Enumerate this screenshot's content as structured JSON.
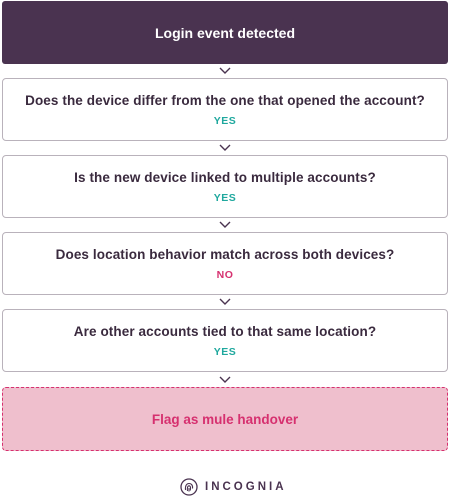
{
  "start": {
    "label": "Login event detected"
  },
  "questions": [
    {
      "text": "Does  the device differ from the one that opened the account?",
      "answer": "YES"
    },
    {
      "text": "Is the new device linked to multiple accounts?",
      "answer": "YES"
    },
    {
      "text": "Does location behavior match across both devices?",
      "answer": "NO"
    },
    {
      "text": "Are other accounts tied to that same location?",
      "answer": "YES"
    }
  ],
  "result": {
    "label": "Flag as mule handover"
  },
  "brand": {
    "name": "INCOGNIA",
    "icon": "fingerprint-icon"
  },
  "colors": {
    "start_bg": "#4a3350",
    "yes": "#1fa89e",
    "no": "#d6306f",
    "result_bg": "#efbfcd",
    "result_text": "#d6306f"
  }
}
